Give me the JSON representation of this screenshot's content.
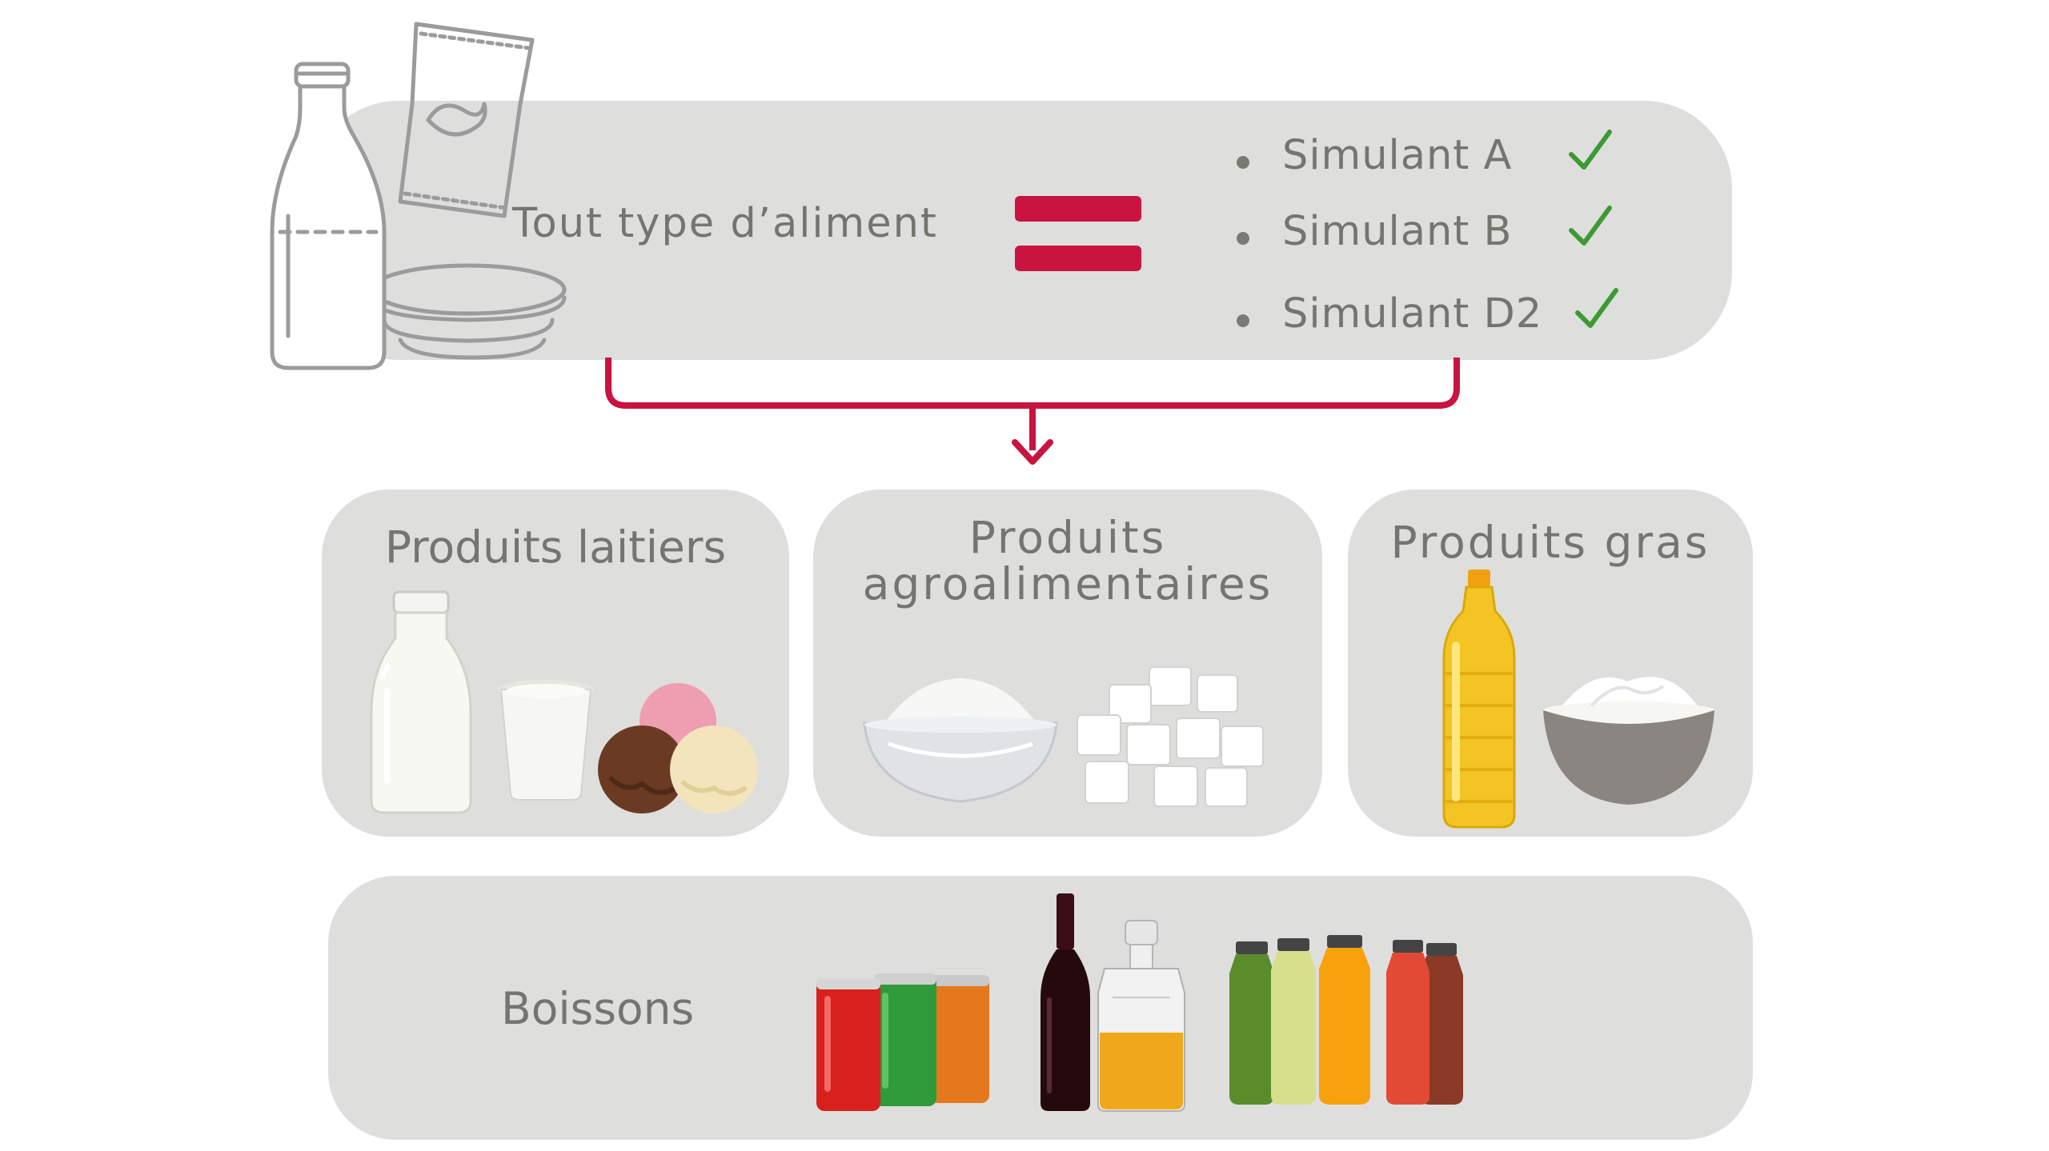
{
  "top": {
    "label": "Tout type d’aliment",
    "simulants": [
      {
        "label": "Simulant A"
      },
      {
        "label": "Simulant B"
      },
      {
        "label": "Simulant D2"
      }
    ]
  },
  "categories": {
    "laitiers": {
      "title": "Produits laitiers"
    },
    "agro": {
      "title_line1": "Produits",
      "title_line2": "agroalimentaires"
    },
    "gras": {
      "title": "Produits gras"
    },
    "boissons": {
      "title": "Boissons"
    }
  },
  "colors": {
    "box": "#dededd",
    "text": "#75756f",
    "accent_red": "#c8143f",
    "check_green": "#3c9a32"
  },
  "icons": [
    "food-outline-icon",
    "equals-icon",
    "check-icon",
    "bracket-arrow-icon",
    "milk-bottle-icon",
    "yogurt-icon",
    "ice-cream-icon",
    "flour-bowl-icon",
    "sugar-cubes-icon",
    "oil-bottle-icon",
    "cream-bowl-icon",
    "soda-cans-icon",
    "wine-bottle-icon",
    "whisky-decanter-icon",
    "juice-bottles-icon"
  ]
}
